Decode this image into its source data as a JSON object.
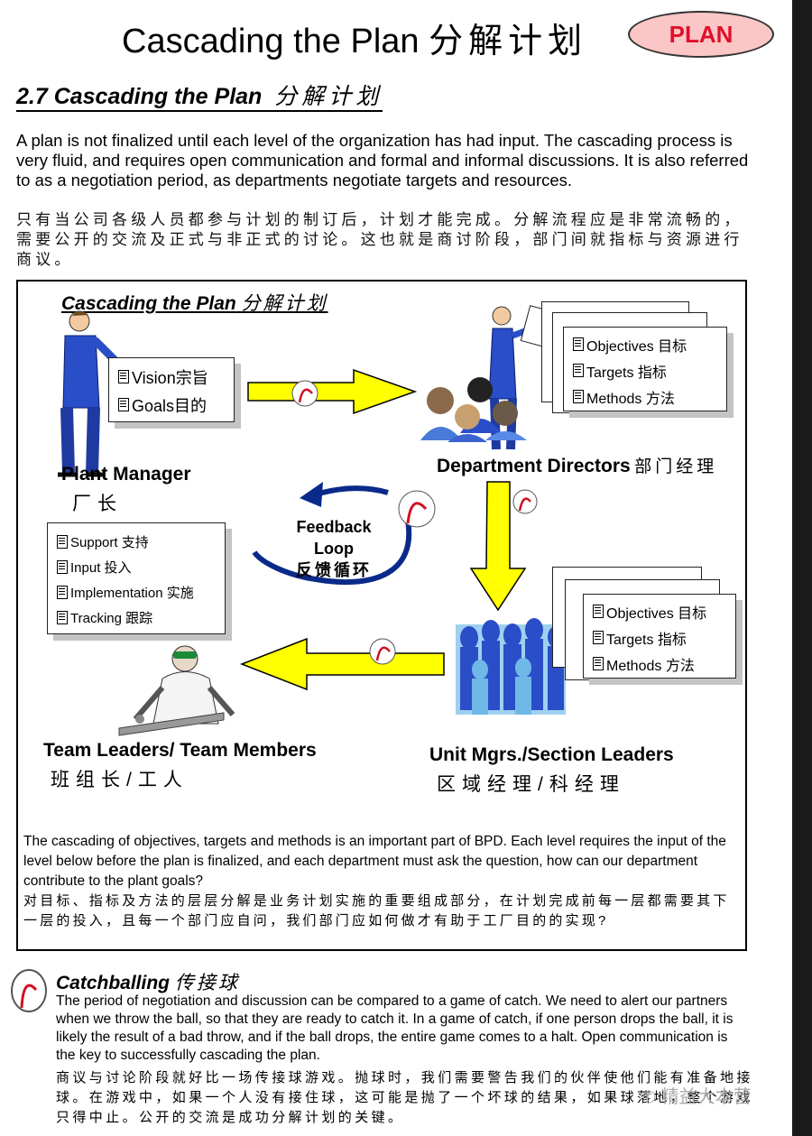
{
  "header": {
    "title_en": "Cascading the Plan",
    "title_zh": "分解计划",
    "badge": "PLAN"
  },
  "section": {
    "heading_en": "2.7 Cascading the Plan",
    "heading_zh": "分解计划",
    "intro_en": "A plan is not finalized until each level of the organization has had input.  The cascading process is very fluid, and requires open communication and formal and informal discussions.  It is also referred to as a negotiation period, as departments negotiate targets and resources.",
    "intro_zh": "只有当公司各级人员都参与计划的制订后，计划才能完成。分解流程应是非常流畅的，需要公开的交流及正式与非正式的讨论。这也就是商讨阶段，部门间就指标与资源进行商议。"
  },
  "diagram": {
    "title_en": "Cascading the Plan",
    "title_zh": "分解计划",
    "plant_manager": {
      "items": [
        "Vision宗旨",
        "Goals目的"
      ],
      "label_en": "Plant Manager",
      "label_zh": "厂长"
    },
    "department_directors": {
      "items": [
        "Objectives 目标",
        "Targets 指标",
        "Methods 方法"
      ],
      "label_en": "Department Directors",
      "label_zh": "部门经理"
    },
    "unit_managers": {
      "items": [
        "Objectives 目标",
        "Targets 指标",
        "Methods 方法"
      ],
      "label_en": "Unit Mgrs./Section Leaders",
      "label_zh": "区域经理/科经理"
    },
    "team": {
      "items": [
        "Support 支持",
        "Input  投入",
        "Implementation 实施",
        "Tracking 跟踪"
      ],
      "label_en": "Team Leaders/  Team Members",
      "label_zh": "班组长/工人"
    },
    "feedback": {
      "line1": "Feedback",
      "line2": "Loop",
      "line3": "反馈循环"
    },
    "note_en": "The cascading of objectives, targets and methods is an important part of BPD.  Each level requires the input of the level below before the plan is finalized, and each department must ask the question, how can our department contribute to the plant goals?",
    "note_zh": "对目标、指标及方法的层层分解是业务计划实施的重要组成部分，在计划完成前每一层都需要其下一层的投入，且每一个部门应自问，我们部门应如何做才有助于工厂目的的实现?"
  },
  "catchballing": {
    "heading_en": "Catchballing",
    "heading_zh": "传接球",
    "text_en": "The period of negotiation and discussion can be compared to a game of catch.  We need to alert our partners when we throw the ball, so that they are ready to catch it.  In a game of catch, if one person drops the ball, it is likely the result of a bad throw, and if the ball drops, the entire game comes to a halt. Open communication is the key to successfully cascading the plan.",
    "text_zh": "商议与讨论阶段就好比一场传接球游戏。抛球时，我们需要警告我们的伙伴使他们能有准备地接球。在游戏中，如果一个人没有接住球，这可能是抛了一个坏球的结果，如果球落地，整个游戏只得中止。公开的交流是成功分解计划的关键。"
  },
  "watermark": "精益大本营",
  "colors": {
    "arrow_fill": "#ffff00",
    "badge_fill": "#fbc6c6",
    "badge_text": "#e0102a",
    "loop_arrow": "#0a2a8a",
    "people_blue": "#2a4ec8"
  }
}
